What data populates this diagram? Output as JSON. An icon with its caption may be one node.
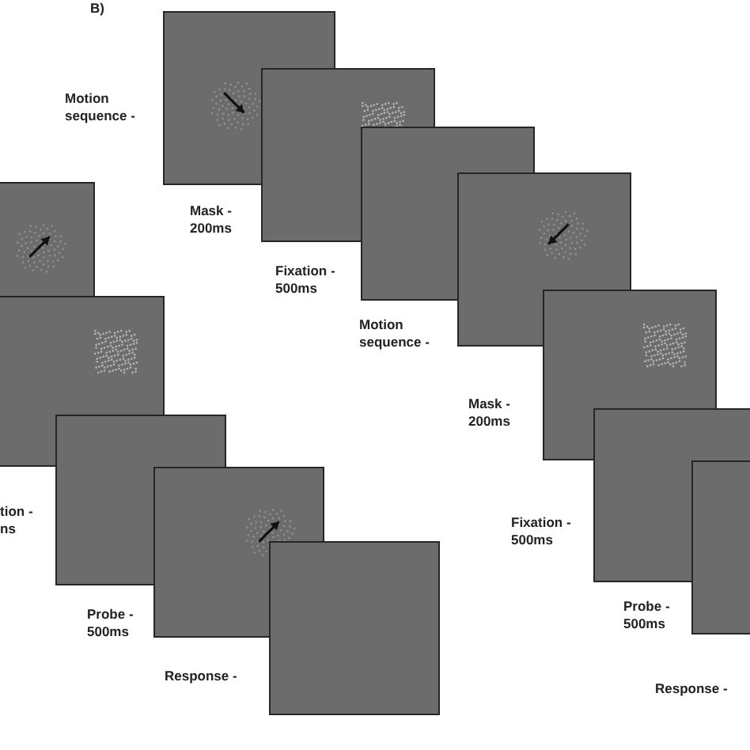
{
  "diagram": {
    "nodes": [
      {
        "text": [],
        "shape": "box",
        "beside": [
          "Motion sequence -"
        ]
      },
      {
        "text": [],
        "shape": "box",
        "beside": [
          "Mask - 200ms"
        ]
      },
      {
        "text": [],
        "shape": "box",
        "beside": [
          "Fixation - 500ms"
        ]
      },
      {
        "text": [],
        "shape": "box",
        "beside": [
          "Motion sequence -"
        ]
      },
      {
        "text": [],
        "shape": "box",
        "beside": [
          "Mask - 200ms"
        ]
      },
      {
        "text": [],
        "shape": "box",
        "beside": [
          "Fixation - 500ms"
        ]
      },
      {
        "text": [],
        "shape": "box",
        "beside": [
          "Probe - 500ms"
        ]
      },
      {
        "text": [],
        "shape": "box"
      },
      {
        "text": [],
        "shape": "box"
      },
      {
        "text": [],
        "shape": "box",
        "beside": [
          "tion - ns"
        ]
      },
      {
        "text": [],
        "shape": "box",
        "beside": [
          "Probe - 500ms"
        ]
      },
      {
        "text": [],
        "shape": "box",
        "beside": [
          "Response -"
        ]
      }
    ],
    "labels": [
      "B)",
      "Response -"
    ]
  }
}
